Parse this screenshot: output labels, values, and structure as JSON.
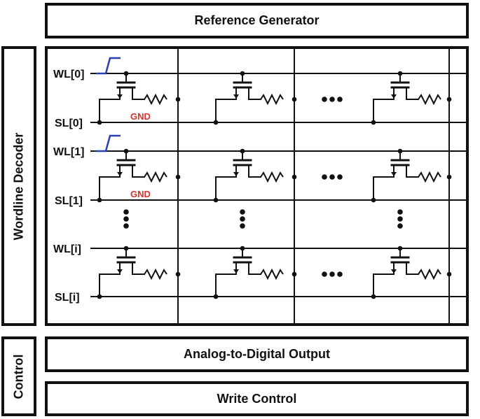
{
  "blocks": {
    "reference_generator": "Reference Generator",
    "wordline_decoder": "Wordline Decoder",
    "control": "Control",
    "adc_output": "Analog-to-Digital Output",
    "write_control": "Write Control"
  },
  "rows": [
    {
      "wl": "WL[0]",
      "sl": "SL[0]",
      "pulse": true,
      "gnd": "GND"
    },
    {
      "wl": "WL[1]",
      "sl": "SL[1]",
      "pulse": true,
      "gnd": "GND"
    },
    {
      "wl": "WL[i]",
      "sl": "SL[i]",
      "pulse": false,
      "gnd": ""
    }
  ],
  "colors": {
    "line": "#111111",
    "pulse": "#2a3fb0",
    "gnd": "#d9322b"
  }
}
